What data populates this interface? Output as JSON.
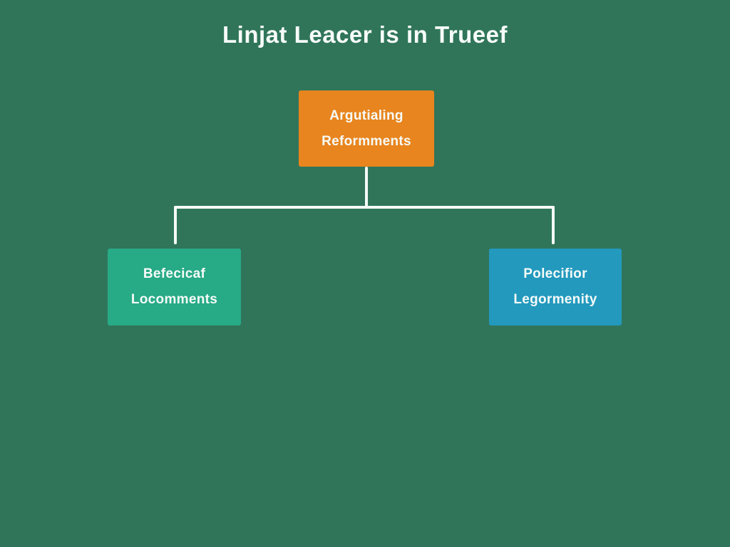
{
  "background_color": "#30755a",
  "title": "Linjat Leacer is in Trueef",
  "diagram": {
    "connector_color": "#f4faf6",
    "root": {
      "lines": [
        "Argutialing",
        "Reformments"
      ],
      "color": "#e8851e"
    },
    "children": [
      {
        "lines": [
          "Befecicaf",
          "Locomments"
        ],
        "color": "#27aa86"
      },
      {
        "lines": [
          "Polecifior",
          "Legormenity"
        ],
        "color": "#2399be"
      }
    ]
  }
}
